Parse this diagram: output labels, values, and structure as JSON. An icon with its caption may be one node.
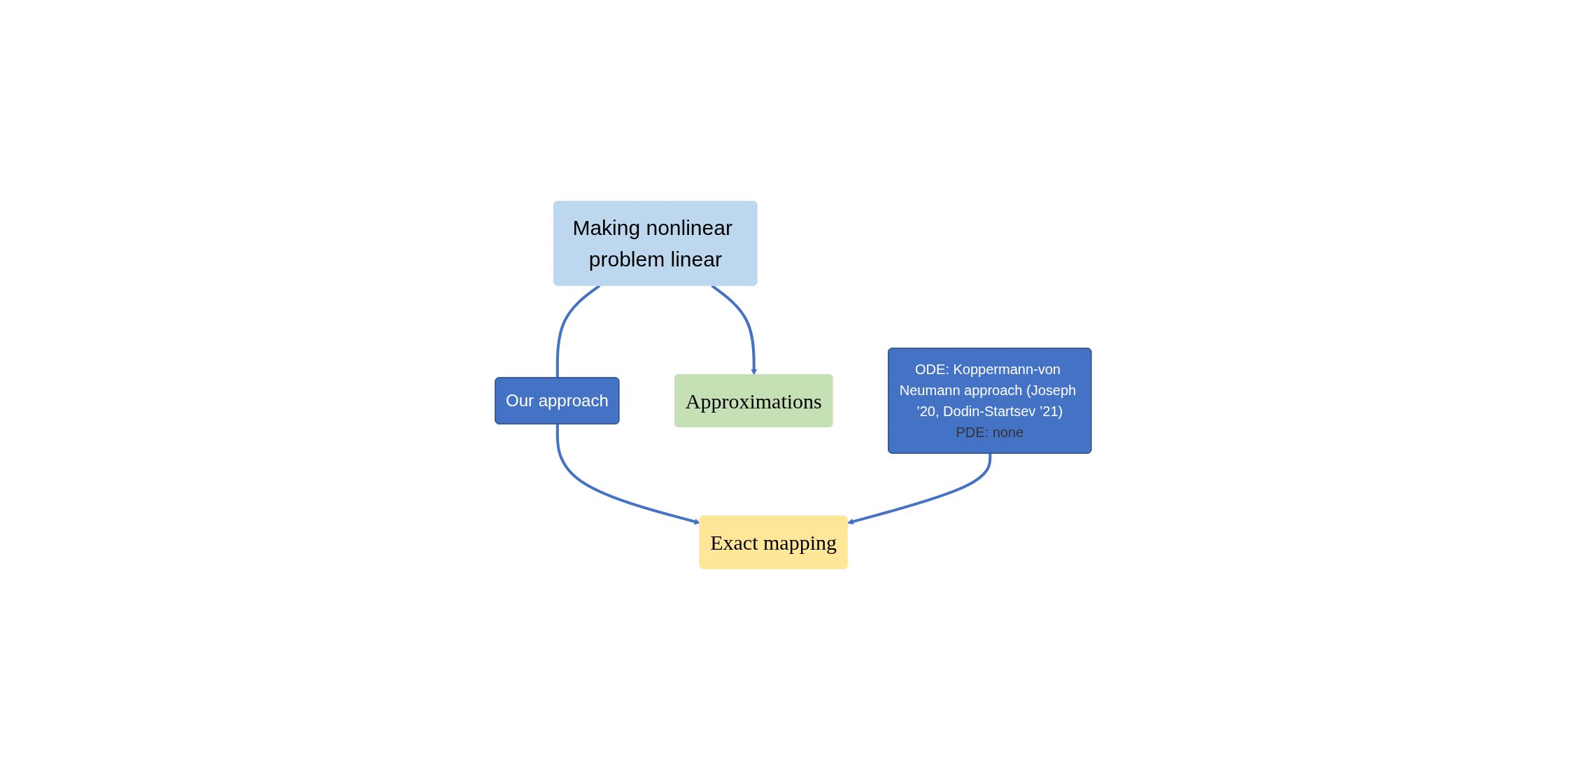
{
  "diagram": {
    "nodes": [
      {
        "text": [
          "Making nonlinear problem linear"
        ]
      },
      {
        "text": [
          "Our approach"
        ]
      },
      {
        "text": [
          "Approximations"
        ]
      },
      {
        "text": [
          "Exact mapping"
        ]
      },
      {
        "text": [
          "ODE: Koppermann-von Neumann approach (Joseph ’20, Dodin-Startsev ’21)",
          "PDE: none"
        ]
      }
    ],
    "edges": [
      {
        "from": 0,
        "to": 2,
        "arrow": "to"
      },
      {
        "from": 0,
        "to": 1,
        "arrow": "none"
      },
      {
        "from": 1,
        "to": 3,
        "arrow": "to"
      },
      {
        "from": 4,
        "to": 3,
        "arrow": "to"
      }
    ]
  }
}
